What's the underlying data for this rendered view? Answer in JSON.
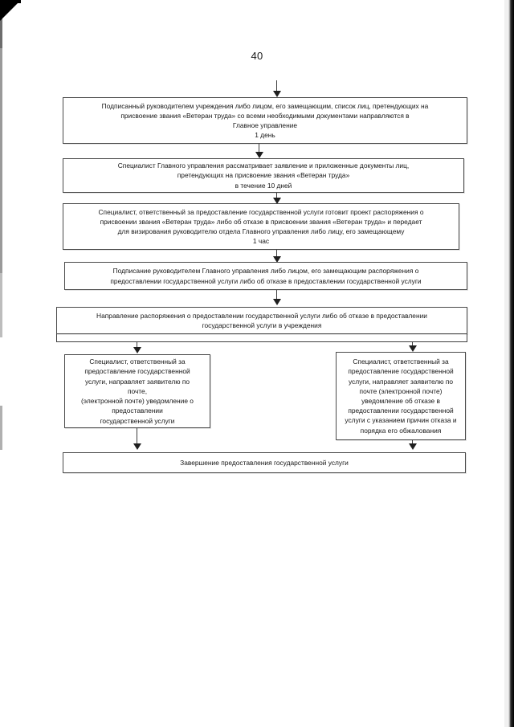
{
  "document": {
    "page_number": "40",
    "language": "ru"
  },
  "flowchart": {
    "type": "process-flow",
    "orientation": "vertical",
    "nodes": [
      {
        "id": "node-1",
        "name": "box-signed-list-submission",
        "text": "Подписанный руководителем учреждения либо лицом, его замещающим,  список лиц, претендующих на\nприсвоение звания «Ветеран труда» со всеми необходимыми документами направляются в\nГлавное управление\n1 день",
        "duration": "1 день"
      },
      {
        "id": "node-2",
        "name": "box-specialist-review",
        "text": "Специалист  Главного управления рассматривает заявление и приложенные документы лиц,\nпретендующих на присвоение звания «Ветеран труда»\nв течение 10 дней",
        "duration": "в течение 10 дней"
      },
      {
        "id": "node-3",
        "name": "box-prepare-draft-order",
        "text": "Специалист, ответственный за предоставление государственной услуги готовит проект распоряжения о\nприсвоении  звания «Ветеран труда» либо об отказе в присвоении звания «Ветеран труда» и передает\nдля визирования руководителю отдела Главного управления либо лицу, его замещающему\n1 час",
        "duration": "1 час"
      },
      {
        "id": "node-4",
        "name": "box-signing-order",
        "text": "Подписание руководителем Главного управления либо лицом, его замещающим распоряжения о\nпредоставлении государственной услуги либо об отказе в предоставлении государственной услуги",
        "duration": ""
      },
      {
        "id": "node-5",
        "name": "box-send-order-to-institutions",
        "text": "Направление распоряжения о предоставлении государственной услуги либо об отказе в предоставлении\nгосударственной услуги в учреждения",
        "duration": ""
      },
      {
        "id": "node-6",
        "name": "box-notify-approval",
        "text": "Специалист, ответственный за\nпредоставление государственной\nуслуги, направляет заявителю по\nпочте,\n(электронной почте) уведомление о\nпредоставлении\nгосударственной услуги",
        "duration": ""
      },
      {
        "id": "node-7",
        "name": "box-notify-refusal",
        "text": "Специалист, ответственный за\nпредоставление государственной\nуслуги, направляет заявителю по\nпочте (электронной почте)\nуведомление об отказе в\nпредоставлении государственной\nуслуги с указанием причин отказа и\nпорядка его обжалования",
        "duration": ""
      },
      {
        "id": "node-8",
        "name": "box-completion",
        "text": "Завершение предоставления государственной услуги",
        "duration": ""
      }
    ]
  },
  "colors": {
    "box_border": "#4a4a4a",
    "connector": "#3d3d3d",
    "text": "#161616",
    "page_background": "#ffffff"
  }
}
